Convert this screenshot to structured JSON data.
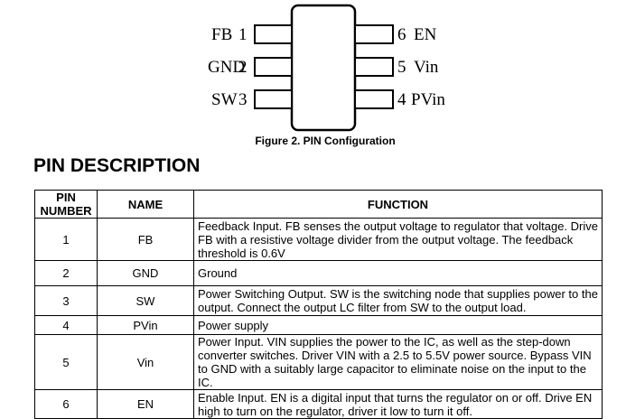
{
  "figure": {
    "pins_left": [
      {
        "name": "FB",
        "number": "1"
      },
      {
        "name": "GND",
        "number": "2"
      },
      {
        "name": "SW",
        "number": "3"
      }
    ],
    "pins_right": [
      {
        "number": "6",
        "name": "EN"
      },
      {
        "number": "5",
        "name": "Vin"
      },
      {
        "number": "4",
        "name": "PVin"
      }
    ],
    "caption": "Figure 2.  PIN Configuration"
  },
  "section_title": "PIN DESCRIPTION",
  "table": {
    "headers": {
      "pin_number": "PIN NUMBER",
      "name": "NAME",
      "function": "FUNCTION"
    },
    "rows": [
      {
        "pin": "1",
        "name": "FB",
        "function": "Feedback Input. FB senses the output voltage to regulator that voltage. Drive FB with a resistive voltage divider from the output voltage. The feedback threshold is 0.6V"
      },
      {
        "pin": "2",
        "name": "GND",
        "function": "Ground"
      },
      {
        "pin": "3",
        "name": "SW",
        "function": "Power Switching Output. SW is the switching node that supplies power to the output. Connect the output LC filter from SW to the output load."
      },
      {
        "pin": "4",
        "name": "PVin",
        "function": "Power supply"
      },
      {
        "pin": "5",
        "name": "Vin",
        "function": "Power Input. VIN supplies the power to the IC, as well as the step-down converter switches. Driver VIN with a 2.5 to 5.5V power source. Bypass VIN to GND with a suitably large capacitor to eliminate noise on the input to the IC."
      },
      {
        "pin": "6",
        "name": "EN",
        "function": "Enable Input. EN is a digital input that turns the regulator on or off. Drive EN high to turn on the regulator, driver it low to turn it off."
      }
    ]
  }
}
